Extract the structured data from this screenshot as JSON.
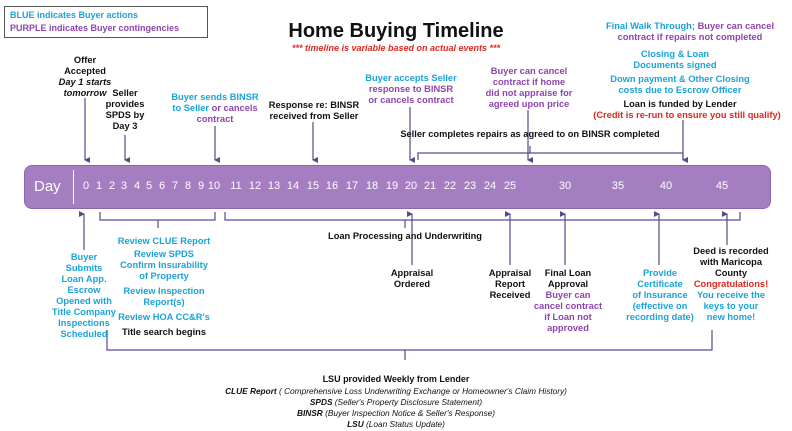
{
  "legend": {
    "blue": "BLUE indicates Buyer actions",
    "purple": "PURPLE indicates Buyer contingencies"
  },
  "title": "Home Buying Timeline",
  "subtitle": "*** timeline is variable based on actual events ***",
  "bar": {
    "label": "Day",
    "days": [
      "0",
      "1",
      "2",
      "3",
      "4",
      "5",
      "6",
      "7",
      "8",
      "9",
      "10",
      "11",
      "12",
      "13",
      "14",
      "15",
      "16",
      "17",
      "18",
      "19",
      "20",
      "21",
      "22",
      "23",
      "24",
      "25",
      "30",
      "35",
      "40",
      "45"
    ]
  },
  "above": {
    "offer": [
      "Offer",
      "Accepted",
      "Day 1 starts",
      "tomorrow"
    ],
    "spds": [
      "Seller",
      "provides",
      "SPDS by",
      "Day 3"
    ],
    "binsr_send_a": "Buyer sends BINSR",
    "binsr_send_b": "to Seller",
    "binsr_send_c": "or cancels",
    "binsr_send_d": "contract",
    "response": [
      "Response re: BINSR",
      "received from Seller"
    ],
    "accepts": [
      "Buyer accepts Seller",
      "response to BINSR",
      "or cancels contract"
    ],
    "appraise": [
      "Buyer can cancel",
      "contract if home",
      "did not appraise for",
      "agreed upon price"
    ],
    "repairs": "Seller completes repairs as agreed to on BINSR completed",
    "walk_a": "Final Walk Through;",
    "walk_b": "Buyer can cancel",
    "walk_c": "contract if repairs not completed",
    "closing": [
      "Closing & Loan",
      "Documents signed"
    ],
    "down": [
      "Down payment & Other Closing",
      "costs due to Escrow Officer"
    ],
    "funded": "Loan is funded by Lender",
    "credit": "(Credit is re-run to ensure you still qualify)"
  },
  "below": {
    "buyer": [
      "Buyer",
      "Submits",
      "Loan App.",
      "Escrow",
      "Opened with",
      "Title Company",
      "Inspections",
      "Scheduled"
    ],
    "reviews": [
      "Review CLUE Report",
      "Review SPDS",
      "Confirm Insurability",
      "of Property",
      "Review Inspection",
      "Report(s)",
      "Review HOA CC&R's"
    ],
    "title_search": "Title search begins",
    "loan_processing": "Loan Processing and Underwriting",
    "appraisal_ordered": [
      "Appraisal",
      "Ordered"
    ],
    "appraisal_received": [
      "Appraisal",
      "Report",
      "Received"
    ],
    "final_a": [
      "Final Loan",
      "Approval"
    ],
    "final_b": [
      "Buyer can",
      "cancel contract",
      "if Loan  not",
      "approved"
    ],
    "insurance": [
      "Provide",
      "Certificate",
      "of Insurance",
      "(effective on",
      "recording date)"
    ],
    "deed": [
      "Deed is recorded",
      "with Maricopa",
      "County"
    ],
    "congrats": "Congratulations!",
    "keys": [
      "You receive the",
      "keys to your",
      "new home!"
    ]
  },
  "footer": {
    "lsu": "LSU provided Weekly from Lender",
    "clue_term": "CLUE Report",
    "clue_def": "( Comprehensive Loss Underwriting Exchange or Homeowner's Claim History)",
    "spds_term": "SPDS",
    "spds_def": "(Seller's Property Disclosure Statement)",
    "binsr_term": "BINSR",
    "binsr_def": "(Buyer Inspection Notice & Seller's Response)",
    "lsu_term": "LSU",
    "lsu_def": "(Loan Status Update)"
  },
  "colors": {
    "blue": "#1aa3d9",
    "purple": "#8e44ad",
    "red": "#e0281e",
    "bar": "#a57ec2",
    "line": "#5a4a8a"
  }
}
